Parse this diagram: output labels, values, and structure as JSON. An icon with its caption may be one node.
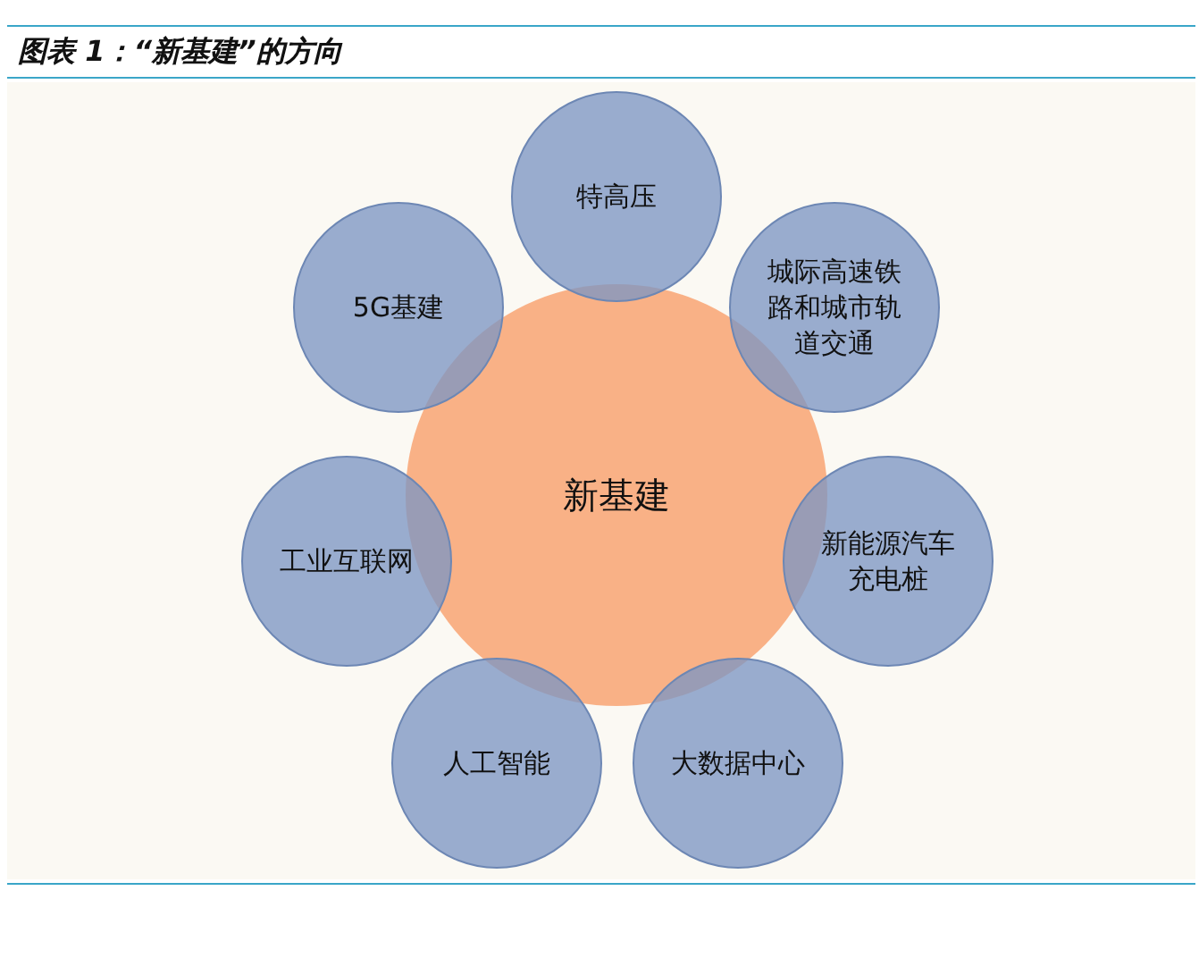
{
  "diagram": {
    "title": "图表 1：“新基建”的方向",
    "nodes": [
      {
        "text": [
          "新基建"
        ]
      },
      {
        "text": [
          "特高压"
        ]
      },
      {
        "text": [
          "5G基建"
        ]
      },
      {
        "text": [
          "城际高速铁路和城市轨道交通"
        ]
      },
      {
        "text": [
          "工业互联网"
        ]
      },
      {
        "text": [
          "新能源汽车充电桩"
        ]
      },
      {
        "text": [
          "人工智能"
        ]
      },
      {
        "text": [
          "大数据中心"
        ]
      }
    ]
  }
}
